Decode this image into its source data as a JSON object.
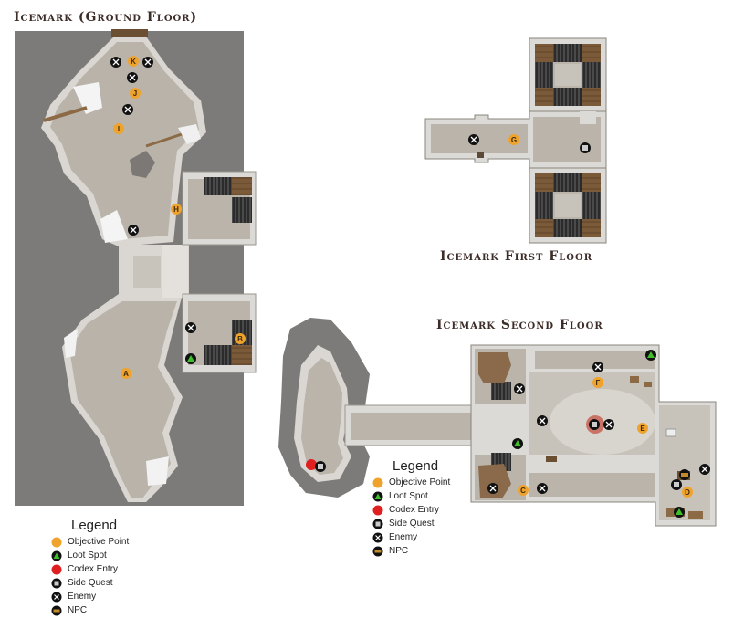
{
  "titles": {
    "ground": "Icemark (Ground Floor)",
    "first": "Icemark First Floor",
    "second": "Icemark Second Floor"
  },
  "legend": {
    "title": "Legend",
    "items": [
      {
        "key": "objective",
        "label": "Objective Point"
      },
      {
        "key": "loot",
        "label": "Loot Spot"
      },
      {
        "key": "codex",
        "label": "Codex Entry"
      },
      {
        "key": "sidequest",
        "label": "Side Quest"
      },
      {
        "key": "enemy",
        "label": "Enemy"
      },
      {
        "key": "npc",
        "label": "NPC"
      }
    ]
  },
  "colors": {
    "objective": "#f0a32c",
    "loot": "#2f8a1e",
    "codex": "#e02020",
    "sidequest": "#111111",
    "enemy": "#111111",
    "npc": "#111111",
    "outer_stone": "#7d7b79",
    "floor": "#b8b2a8",
    "snow": "#eeeeee",
    "wall": "#dcdad6",
    "wood": "#8b6a45",
    "dark_rock": "#6e6c6a"
  },
  "markers": {
    "ground": [
      {
        "type": "objective",
        "label": "K"
      },
      {
        "type": "objective",
        "label": "J"
      },
      {
        "type": "objective",
        "label": "I"
      },
      {
        "type": "objective",
        "label": "H"
      },
      {
        "type": "objective",
        "label": "B"
      },
      {
        "type": "objective",
        "label": "A"
      },
      {
        "type": "enemy"
      },
      {
        "type": "enemy"
      },
      {
        "type": "enemy"
      },
      {
        "type": "enemy"
      },
      {
        "type": "enemy"
      },
      {
        "type": "enemy"
      },
      {
        "type": "loot"
      }
    ],
    "first": [
      {
        "type": "objective",
        "label": "G"
      },
      {
        "type": "enemy"
      },
      {
        "type": "sidequest"
      }
    ],
    "second": [
      {
        "type": "objective",
        "label": "F"
      },
      {
        "type": "objective",
        "label": "E"
      },
      {
        "type": "objective",
        "label": "D"
      },
      {
        "type": "objective",
        "label": "C"
      },
      {
        "type": "enemy"
      },
      {
        "type": "enemy"
      },
      {
        "type": "enemy"
      },
      {
        "type": "enemy"
      },
      {
        "type": "enemy"
      },
      {
        "type": "enemy"
      },
      {
        "type": "enemy"
      },
      {
        "type": "loot"
      },
      {
        "type": "loot"
      },
      {
        "type": "loot"
      },
      {
        "type": "codex"
      },
      {
        "type": "sidequest"
      },
      {
        "type": "sidequest"
      },
      {
        "type": "sidequest"
      },
      {
        "type": "npc"
      }
    ]
  }
}
